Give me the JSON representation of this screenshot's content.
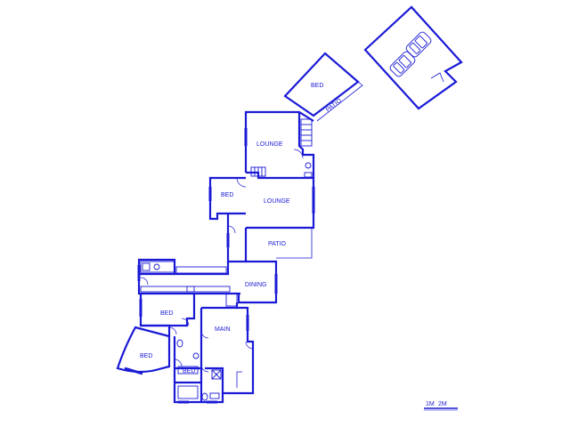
{
  "rooms": {
    "bed_top": "BED",
    "patio_top": "PATIO",
    "lounge_upper": "LOUNGE",
    "bed_mid": "BED",
    "lounge_lower": "LOUNGE",
    "patio_mid": "PATIO",
    "dining": "DINING",
    "bed_left": "BED",
    "main": "MAIN",
    "bed_bottom_left": "BED",
    "bed_bottom": "BED"
  },
  "scale": {
    "label_1": "1M",
    "label_2": "2M"
  },
  "colors": {
    "wall": "#1a1ad6",
    "background": "#ffffff"
  }
}
